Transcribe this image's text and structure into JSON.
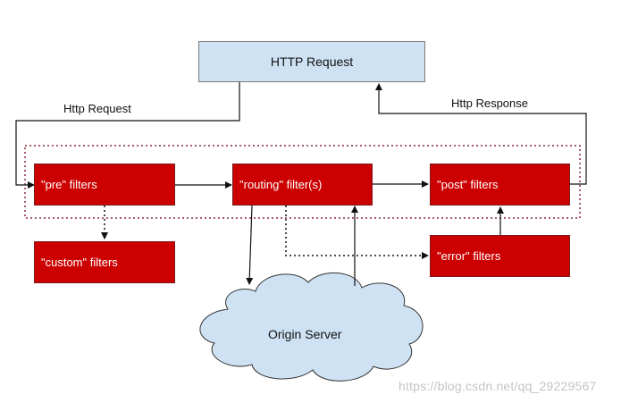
{
  "nodes": {
    "http_request": "HTTP Request",
    "pre": "\"pre\" filters",
    "routing": "\"routing\" filter(s)",
    "post": "\"post\" filters",
    "custom": "\"custom\" filters",
    "error": "\"error\" filters",
    "origin": "Origin Server"
  },
  "edges": {
    "request_label": "Http Request",
    "response_label": "Http Response"
  },
  "watermark": "https://blog.csdn.net/qq_29229567",
  "colors": {
    "filter_fill": "#cc0000",
    "http_fill": "#cfe2f3",
    "cloud_fill": "#cfe2f3",
    "dotted_border": "#8b2a3a"
  }
}
